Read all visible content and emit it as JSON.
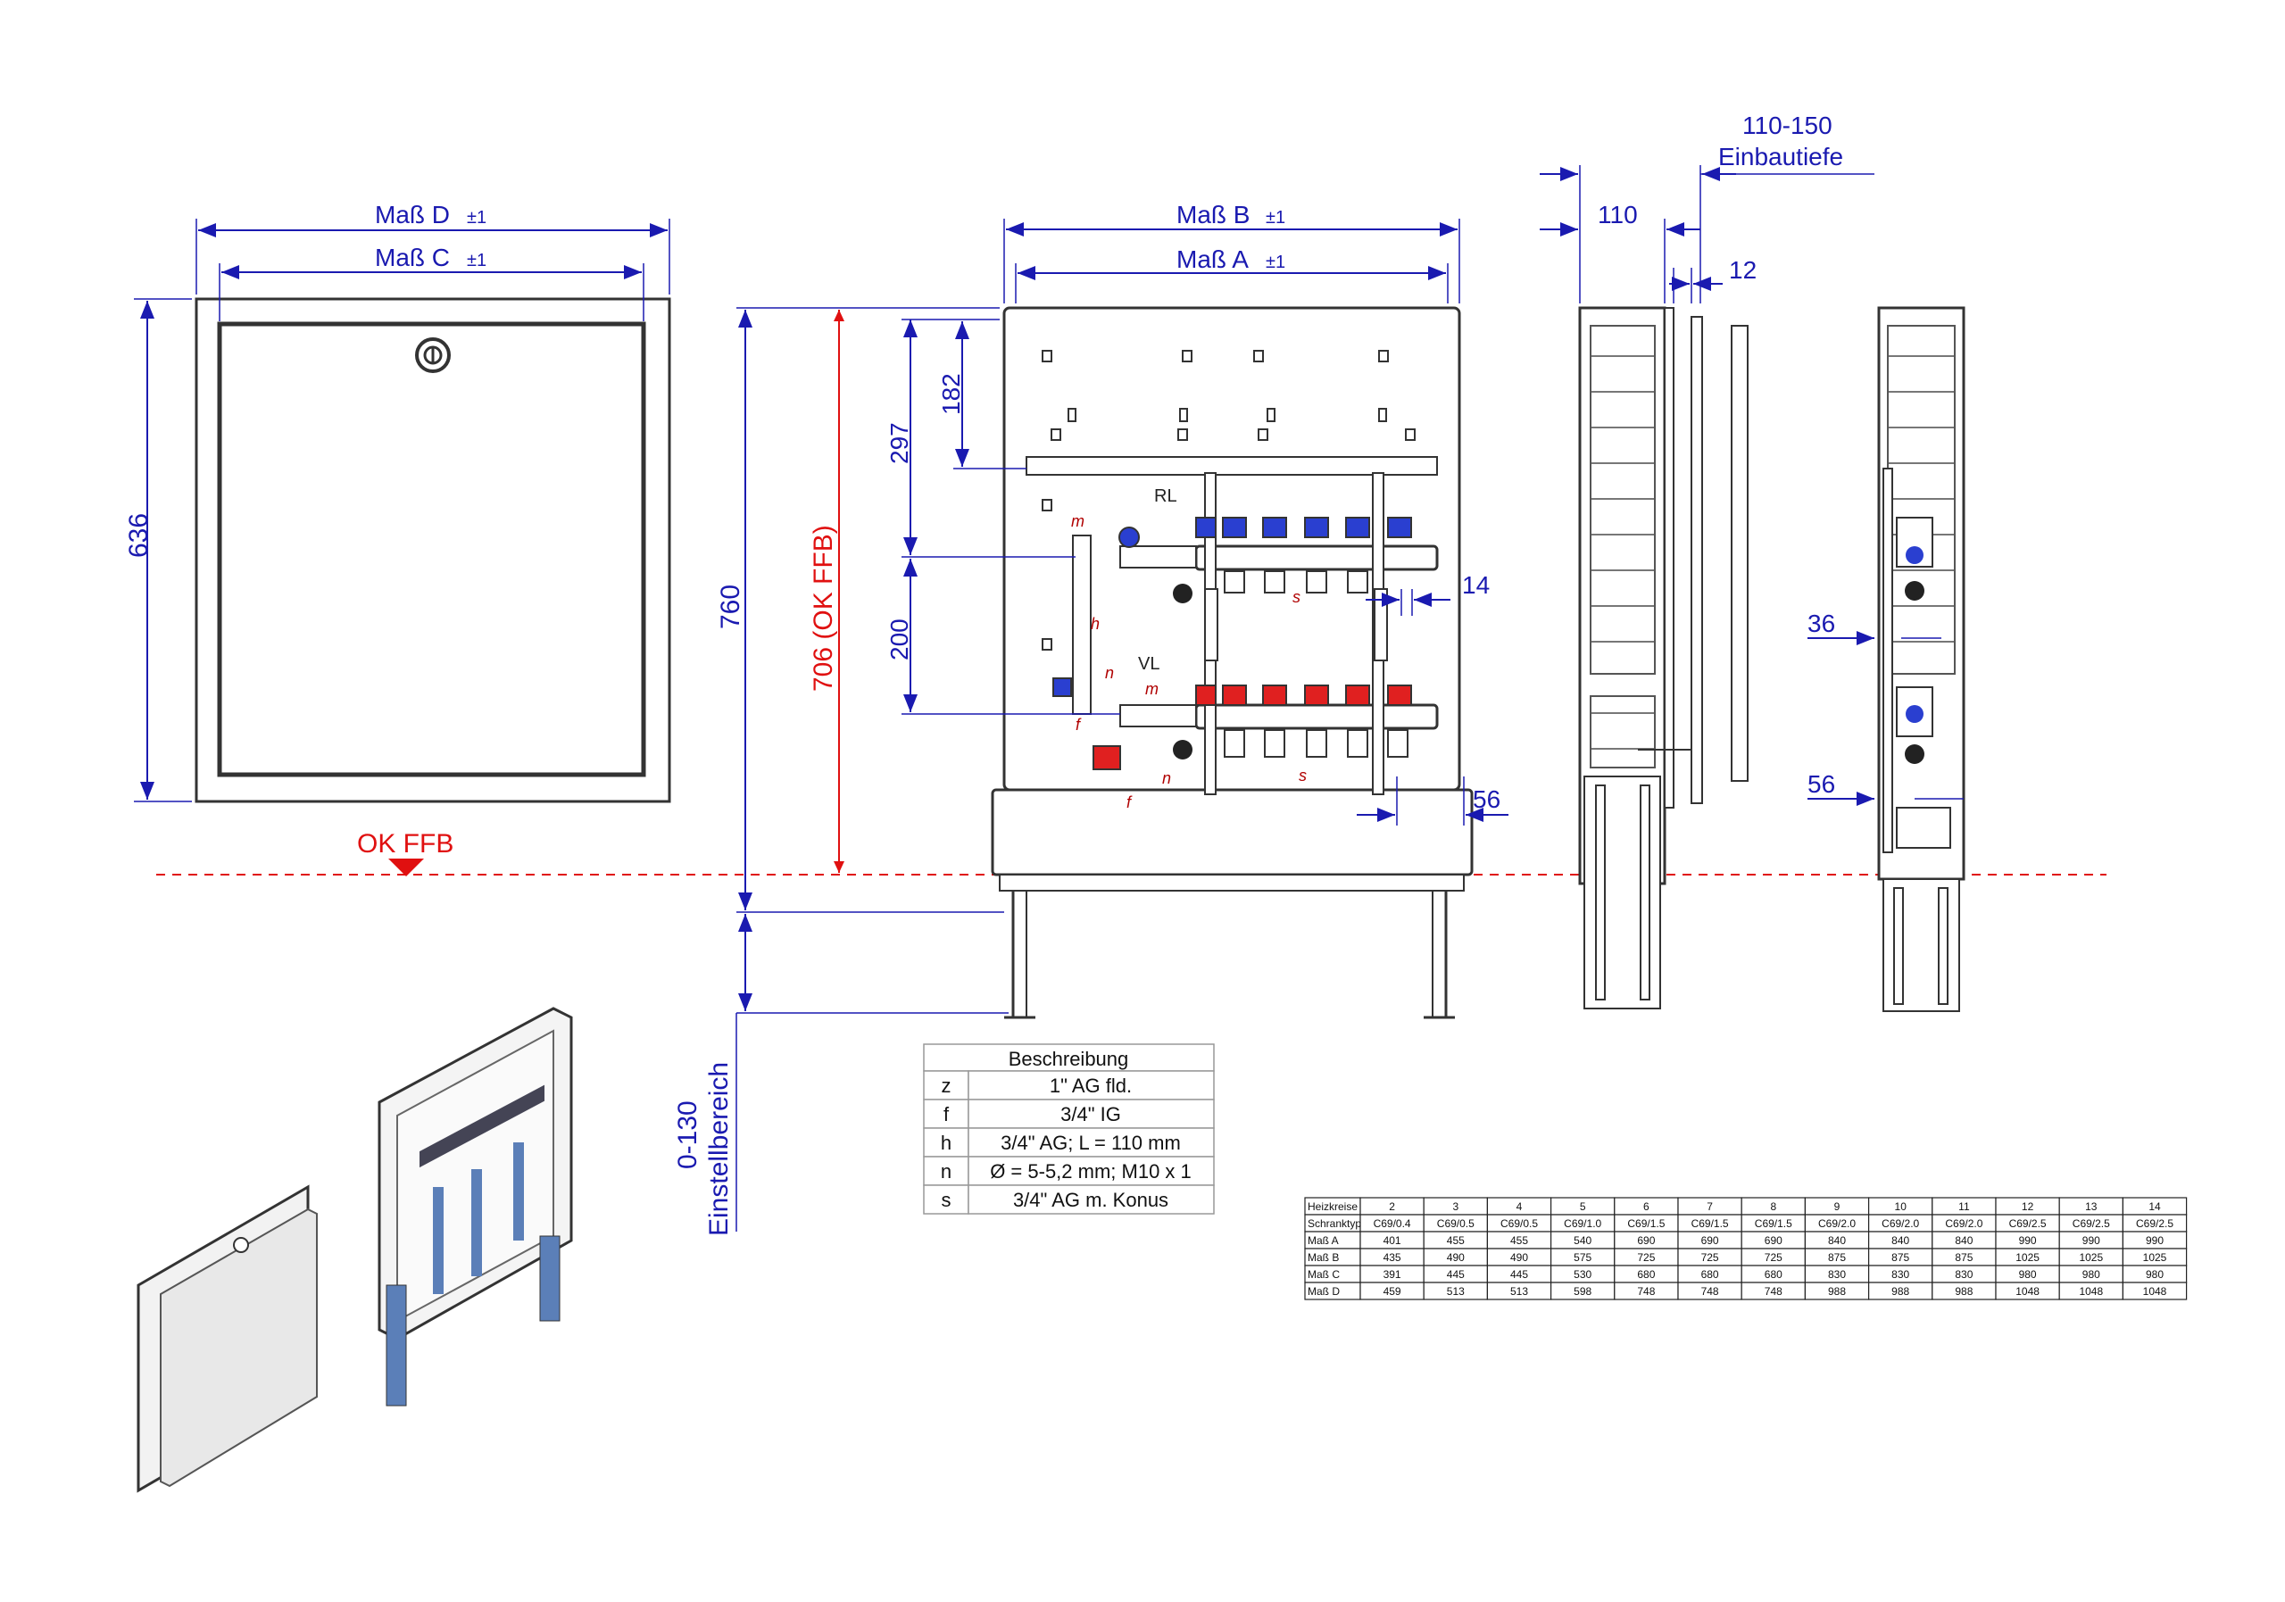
{
  "dimensions": {
    "mass_d": "Maß D",
    "mass_c": "Maß C",
    "mass_b": "Maß B",
    "mass_a": "Maß A",
    "tol": "±1",
    "h636": "636",
    "h760": "760",
    "h706": "706 (OK FFB)",
    "v297": "297",
    "v182": "182",
    "v200": "200",
    "w14": "14",
    "w56": "56",
    "depth_range": "110-150",
    "depth_label": "Einbautiefe",
    "d110": "110",
    "d12": "12",
    "d36": "36",
    "d56": "56",
    "adjust_range": "0-130",
    "adjust_label": "Einstellbereich",
    "ok_ffb": "OK FFB"
  },
  "manifold_labels": {
    "rl": "RL",
    "vl": "VL",
    "m": "m",
    "h": "h",
    "n": "n",
    "f": "f",
    "s": "s"
  },
  "legend": {
    "title": "Beschreibung",
    "rows": [
      {
        "code": "z",
        "desc": "1\" AG fld."
      },
      {
        "code": "f",
        "desc": "3/4\" IG"
      },
      {
        "code": "h",
        "desc": "3/4\" AG; L = 110 mm"
      },
      {
        "code": "n",
        "desc": "Ø = 5-5,2 mm; M10 x 1"
      },
      {
        "code": "s",
        "desc": "3/4\" AG m. Konus"
      }
    ]
  },
  "spec_table": {
    "rows": [
      [
        "Heizkreise",
        "2",
        "3",
        "4",
        "5",
        "6",
        "7",
        "8",
        "9",
        "10",
        "11",
        "12",
        "13",
        "14"
      ],
      [
        "Schranktyp",
        "C69/0.4",
        "C69/0.5",
        "C69/0.5",
        "C69/1.0",
        "C69/1.5",
        "C69/1.5",
        "C69/1.5",
        "C69/2.0",
        "C69/2.0",
        "C69/2.0",
        "C69/2.5",
        "C69/2.5",
        "C69/2.5"
      ],
      [
        "Maß A",
        "401",
        "455",
        "455",
        "540",
        "690",
        "690",
        "690",
        "840",
        "840",
        "840",
        "990",
        "990",
        "990"
      ],
      [
        "Maß B",
        "435",
        "490",
        "490",
        "575",
        "725",
        "725",
        "725",
        "875",
        "875",
        "875",
        "1025",
        "1025",
        "1025"
      ],
      [
        "Maß C",
        "391",
        "445",
        "445",
        "530",
        "680",
        "680",
        "680",
        "830",
        "830",
        "830",
        "980",
        "980",
        "980"
      ],
      [
        "Maß D",
        "459",
        "513",
        "513",
        "598",
        "748",
        "748",
        "748",
        "988",
        "988",
        "988",
        "1048",
        "1048",
        "1048"
      ]
    ]
  }
}
